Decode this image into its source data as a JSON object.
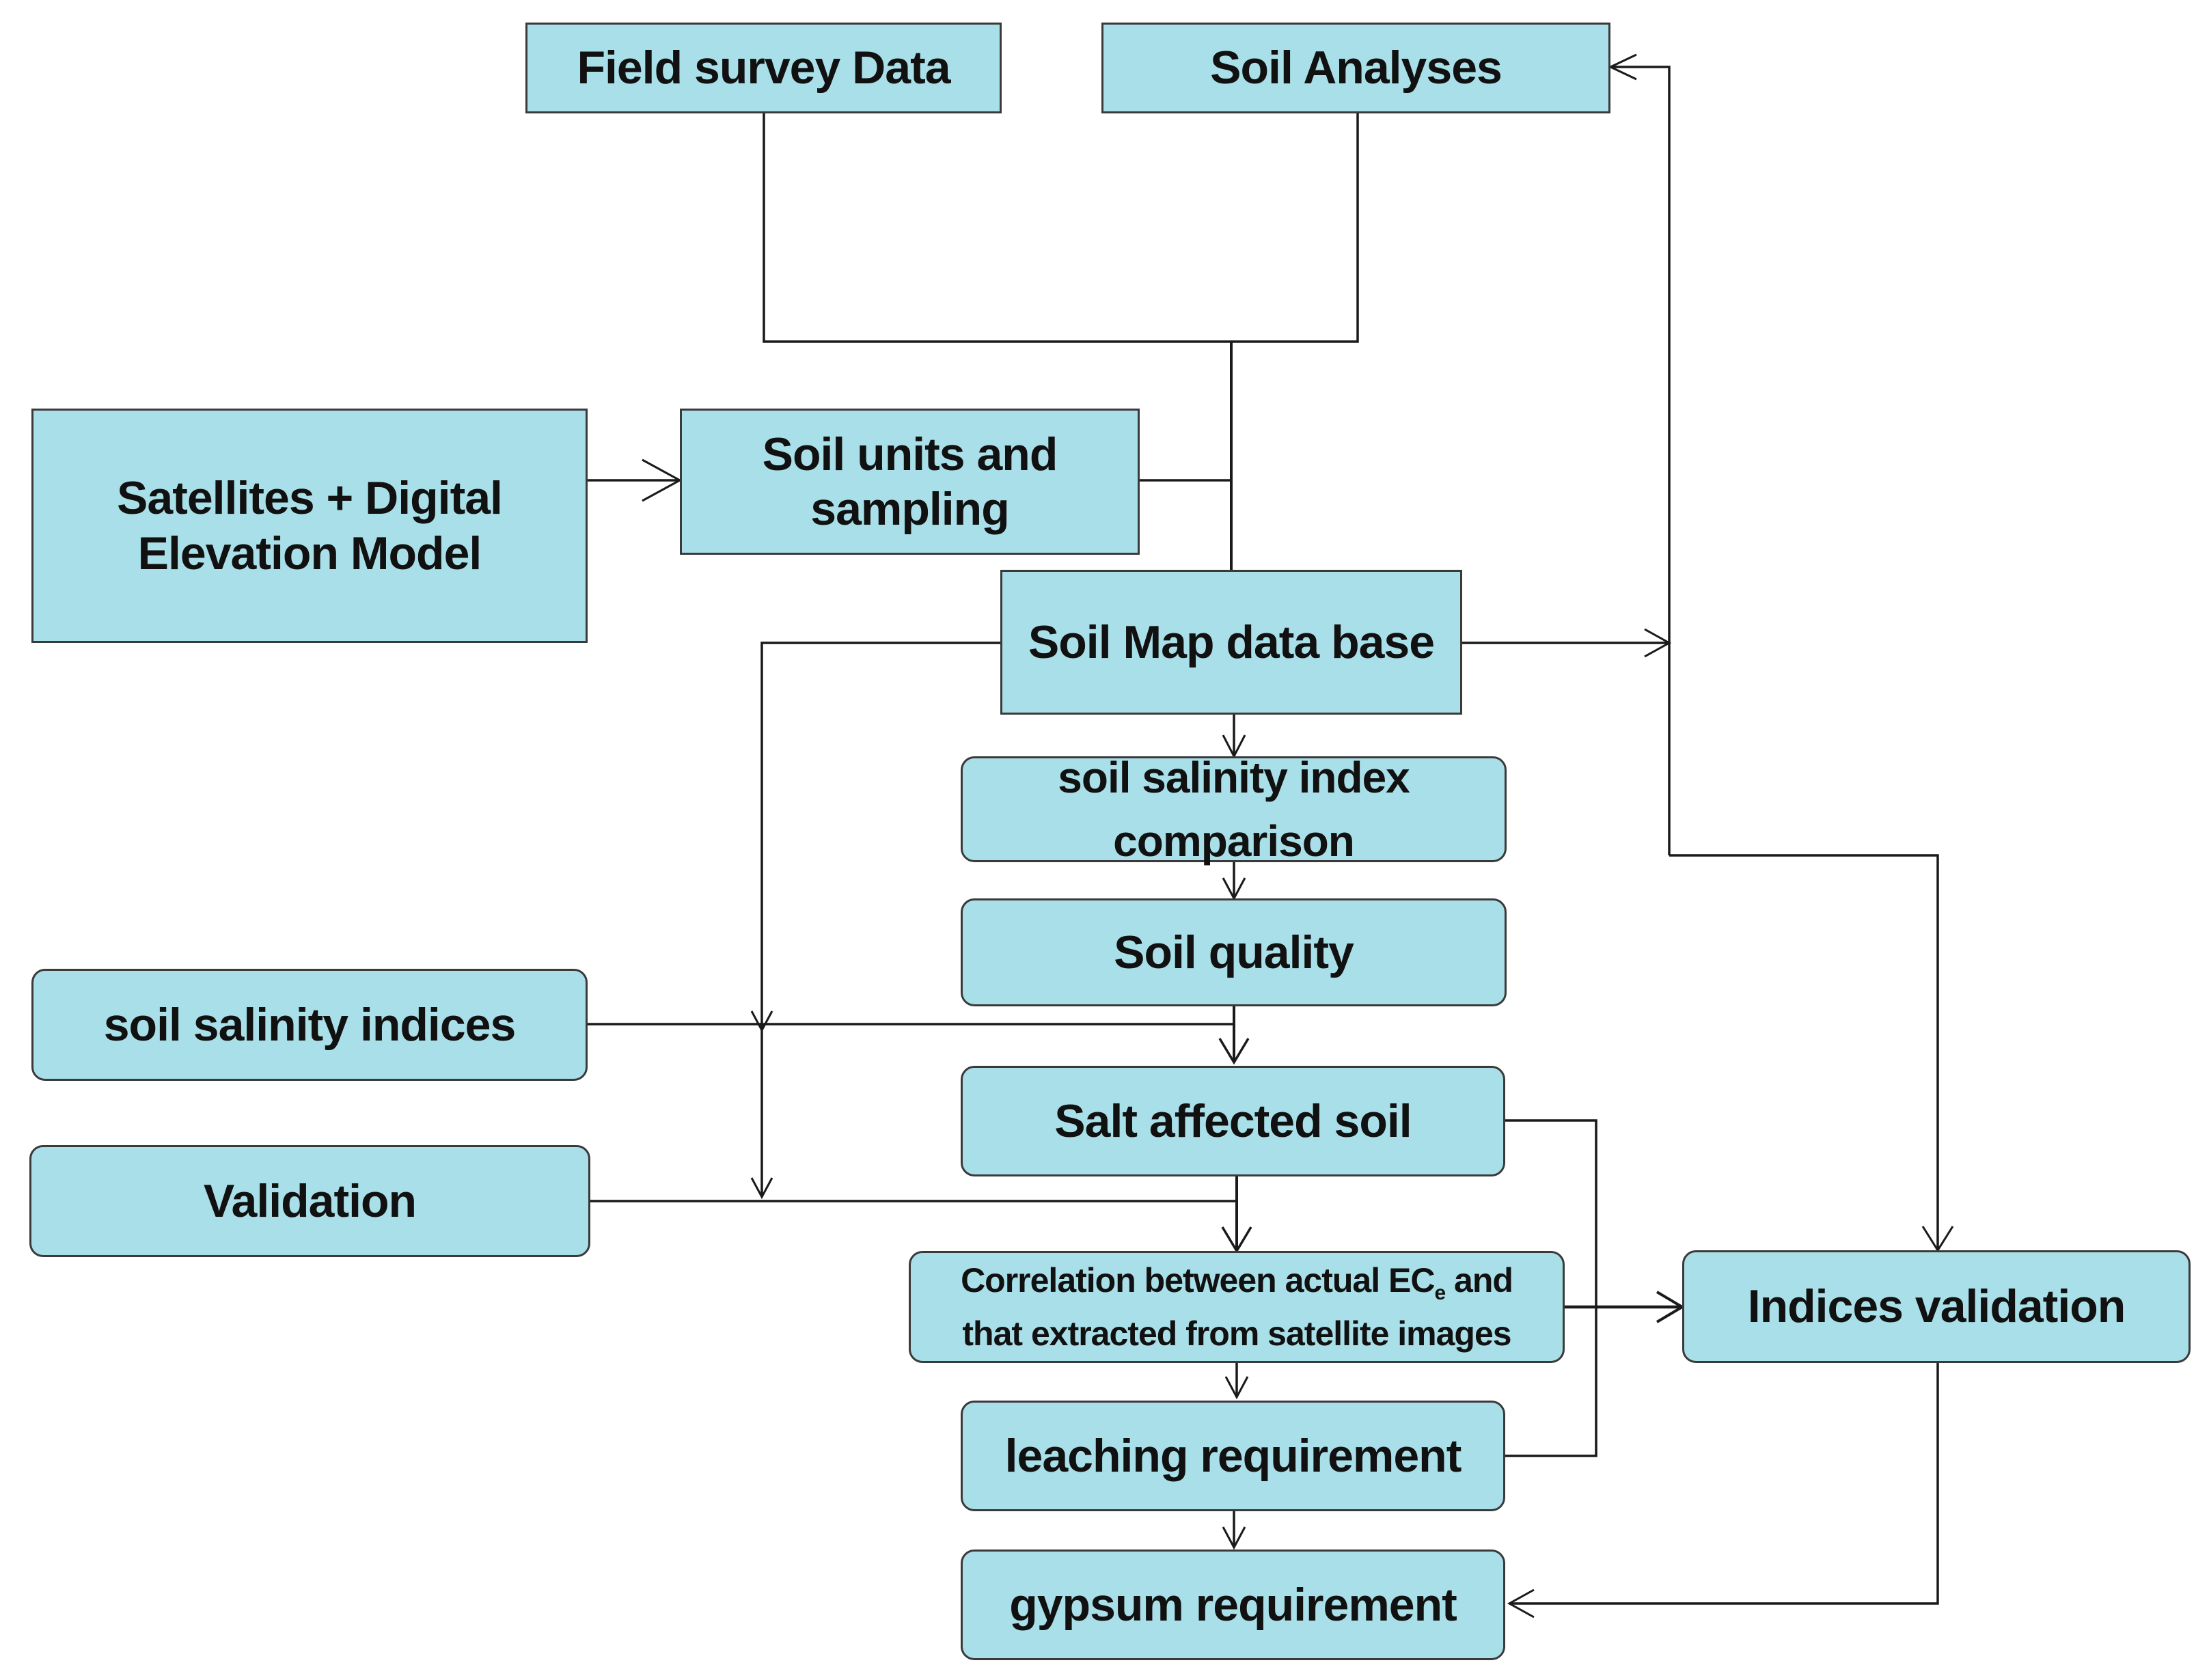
{
  "nodes": {
    "field_survey": "Field survey Data",
    "soil_analyses": "Soil Analyses",
    "satellites_line1": "Satellites + Digital",
    "satellites_line2": "Elevation Model",
    "soil_units_line1": "Soil units and",
    "soil_units_line2": "sampling",
    "soil_map_db": "Soil Map data base",
    "salinity_index_line1": "soil salinity index",
    "salinity_index_line2": "comparison",
    "soil_quality": "Soil quality",
    "salinity_indices": "soil salinity indices",
    "salt_affected": "Salt affected soil",
    "validation": "Validation",
    "correlation_line1_pre": "Correlation between actual EC",
    "correlation_line1_sub": "e",
    "correlation_line1_post": " and",
    "correlation_line2": "that extracted from satellite images",
    "indices_validation": "Indices validation",
    "leaching": "leaching requirement",
    "gypsum": "gypsum requirement"
  },
  "colors": {
    "box_fill": "#a9dfe8",
    "box_border": "#3a3a3a",
    "connector": "#1a1a1a"
  }
}
